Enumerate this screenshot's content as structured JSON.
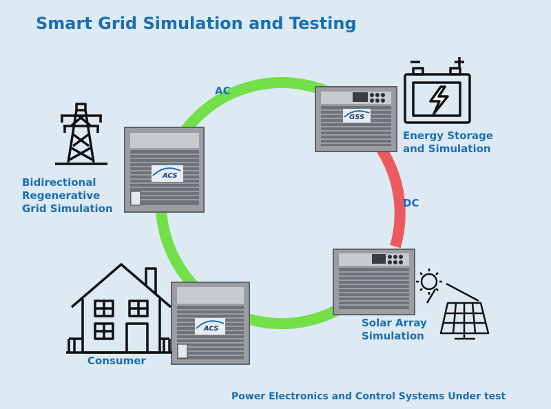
{
  "title": "Smart Grid Simulation and Testing",
  "connections": {
    "ac_label": "AC",
    "dc_label": "DC",
    "colors": {
      "ac": "#73e04a",
      "dc": "#ec5a5f"
    }
  },
  "nodes": {
    "grid": {
      "label_lines": [
        "Bidirectional",
        "Regenerative",
        "Grid Simulation"
      ],
      "icon": "transmission-tower-icon"
    },
    "storage": {
      "label_lines": [
        "Energy Storage",
        "and Simulation"
      ],
      "icon": "battery-icon"
    },
    "solar": {
      "label_lines": [
        "Solar Array",
        "Simulation"
      ],
      "icon": "solar-panel-icon"
    },
    "consumer": {
      "label_lines": [
        "Consumer"
      ],
      "icon": "house-icon"
    }
  },
  "devices": {
    "grid_simulator": {
      "badge": "ACS"
    },
    "storage_simulator": {
      "badge": "GSS"
    },
    "solar_simulator": {
      "badge": ""
    },
    "consumer_load": {
      "badge": "ACS"
    }
  },
  "footer": "Power Electronics and Control Systems Under test"
}
